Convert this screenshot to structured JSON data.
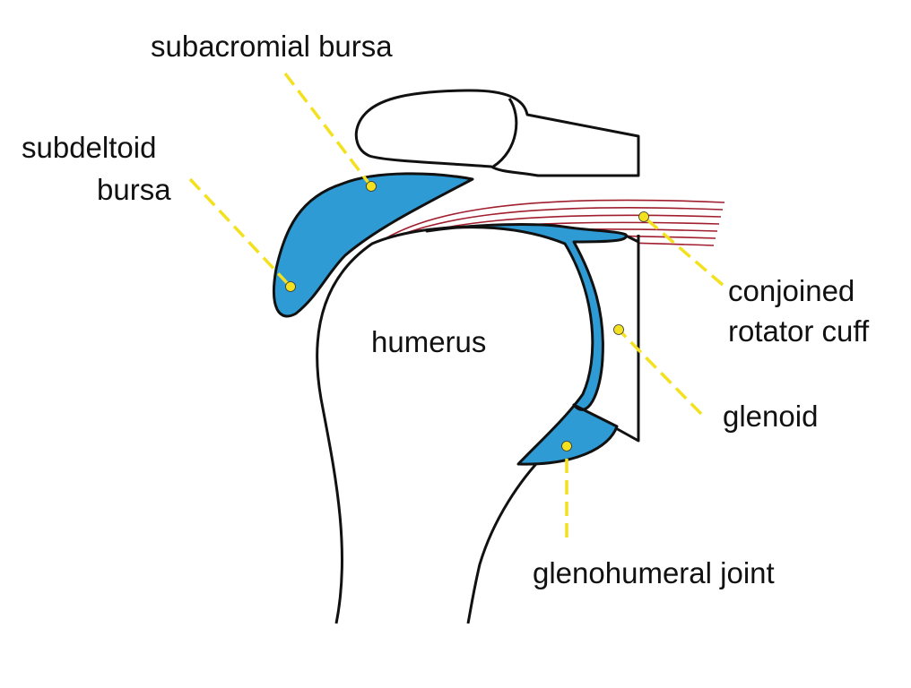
{
  "colors": {
    "outline": "#111111",
    "bone_fill": "#ffffff",
    "bursa_fill": "#2e9bd4",
    "rotator_cuff": "#a01e2e",
    "leader_line": "#f3e11f",
    "label_text": "#111111"
  },
  "labels": {
    "subacromial_bursa": "subacromial bursa",
    "subdeltoid_bursa_line1": "subdeltoid",
    "subdeltoid_bursa_line2": "bursa",
    "conjoined_rotator_cuff_line1": "conjoined",
    "conjoined_rotator_cuff_line2": "rotator cuff",
    "glenoid": "glenoid",
    "humerus": "humerus",
    "glenohumeral_joint": "glenohumeral joint"
  }
}
